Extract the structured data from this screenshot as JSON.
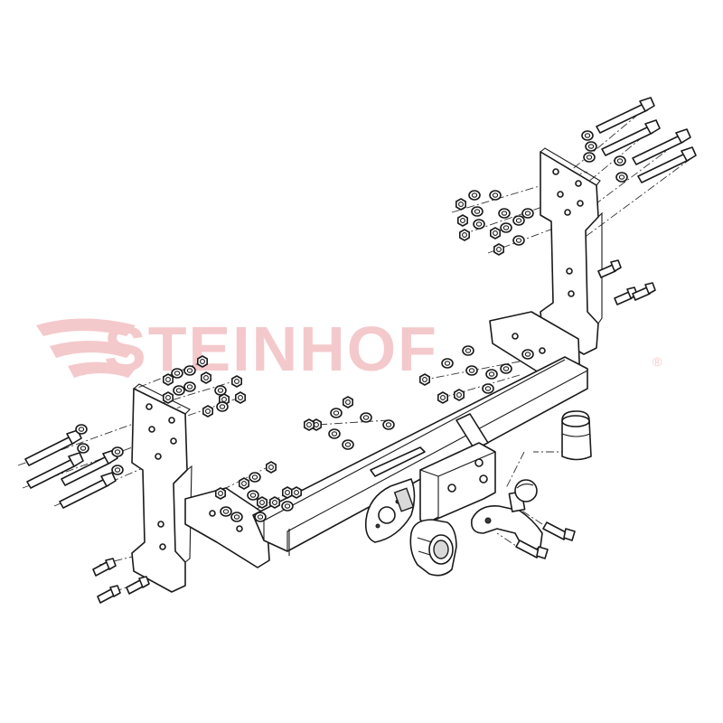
{
  "watermark": {
    "brand": "STEINHOF",
    "registered_mark": "®",
    "color": "#f4c9cc"
  },
  "diagram": {
    "line_color": "#1a1a1a",
    "parts": [
      "right-bracket",
      "left-bracket",
      "cross-beam",
      "tow-ball-arm",
      "socket-plate",
      "electrical-socket",
      "ball-cap",
      "bolt-set",
      "nut-set",
      "washer-set"
    ]
  }
}
